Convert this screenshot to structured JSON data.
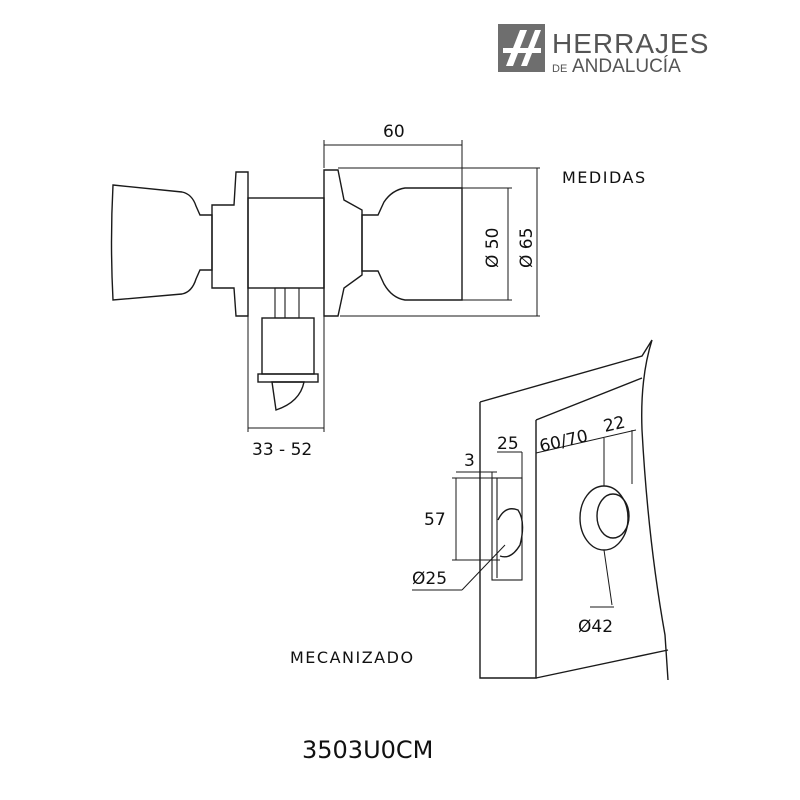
{
  "brand": {
    "name": "HERRAJES",
    "sub_prefix": "DE",
    "sub_name": "ANDALUCÍA",
    "color": "#555555"
  },
  "sections": {
    "medidas": "MEDIDAS",
    "mecanizado": "MECANIZADO"
  },
  "dimensions": {
    "width": "60",
    "diameter_small": "Ø 50",
    "diameter_large": "Ø 65",
    "door_thickness": "33 - 52",
    "edge_depth": "25",
    "face_offset": "3",
    "backset": "60/70",
    "offset_22": "22",
    "height_57": "57",
    "hole_edge": "Ø25",
    "hole_face": "Ø42"
  },
  "product_code": "3503U0CM"
}
